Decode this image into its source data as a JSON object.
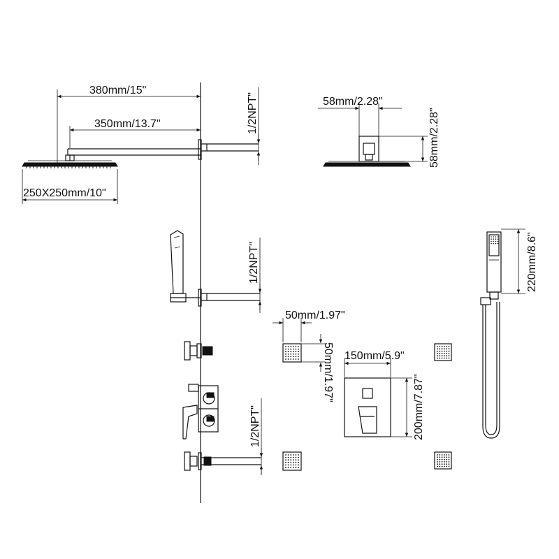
{
  "dimensions": {
    "arm_total_length": "380mm/15\"",
    "arm_reach": "350mm/13.7\"",
    "head_size": "250X250mm/10\"",
    "arm_thread": "1/2NPT\"",
    "flange_width": "58mm/2.28\"",
    "flange_height": "58mm/2.28\"",
    "bracket_thread": "1/2NPT\"",
    "handheld_length": "220mm/8.6\"",
    "jet_width": "50mm/1.97\"",
    "jet_height": "50mm/1.97\"",
    "plate_width": "150mm/5.9\"",
    "plate_height": "200mm/7.87\"",
    "spout_thread": "1/2NPT\""
  }
}
